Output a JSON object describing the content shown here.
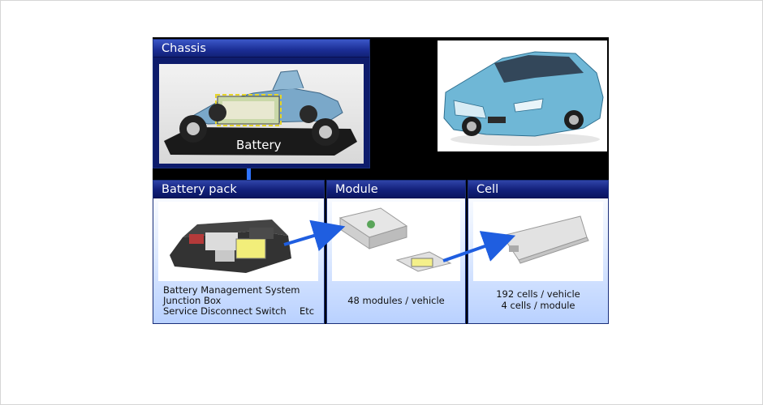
{
  "panels": {
    "chassis": {
      "title": "Chassis",
      "battery_label": "Battery"
    },
    "battery_pack": {
      "title": "Battery pack",
      "lines": [
        "Battery Management System",
        "Junction Box",
        "Service Disconnect Switch"
      ],
      "etc": "Etc"
    },
    "module": {
      "title": "Module",
      "caption": "48 modules / vehicle"
    },
    "cell": {
      "title": "Cell",
      "caption_line1": "192 cells / vehicle",
      "caption_line2": "4 cells / module"
    }
  },
  "colors": {
    "header_blue": "#12207a",
    "arrow_blue": "#1f5ee0",
    "car_body": "#6fb7d6",
    "module_yellow": "#f4f08a"
  },
  "icons": [
    "car-photo",
    "chassis-photo",
    "battery-pack-photo",
    "module-photo",
    "cell-photo",
    "arrow-icon"
  ]
}
